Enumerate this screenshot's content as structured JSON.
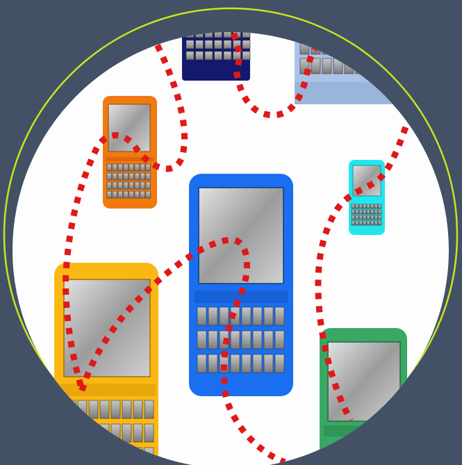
{
  "scene": {
    "background": "#435166",
    "ring_color": "#c6e61c",
    "disc_color": "#fdfdfd",
    "connection_color": "#e01818"
  },
  "devices": [
    {
      "name": "navy-laptop",
      "color": "#14196e"
    },
    {
      "name": "lightblue-laptop",
      "color": "#a9c2e6"
    },
    {
      "name": "orange-handheld",
      "color": "#f07a10"
    },
    {
      "name": "cyan-handheld",
      "color": "#22e6ee"
    },
    {
      "name": "blue-handheld",
      "color": "#1a6ff0"
    },
    {
      "name": "yellow-handheld",
      "color": "#fbb814"
    },
    {
      "name": "green-handheld",
      "color": "#3aa865"
    }
  ]
}
